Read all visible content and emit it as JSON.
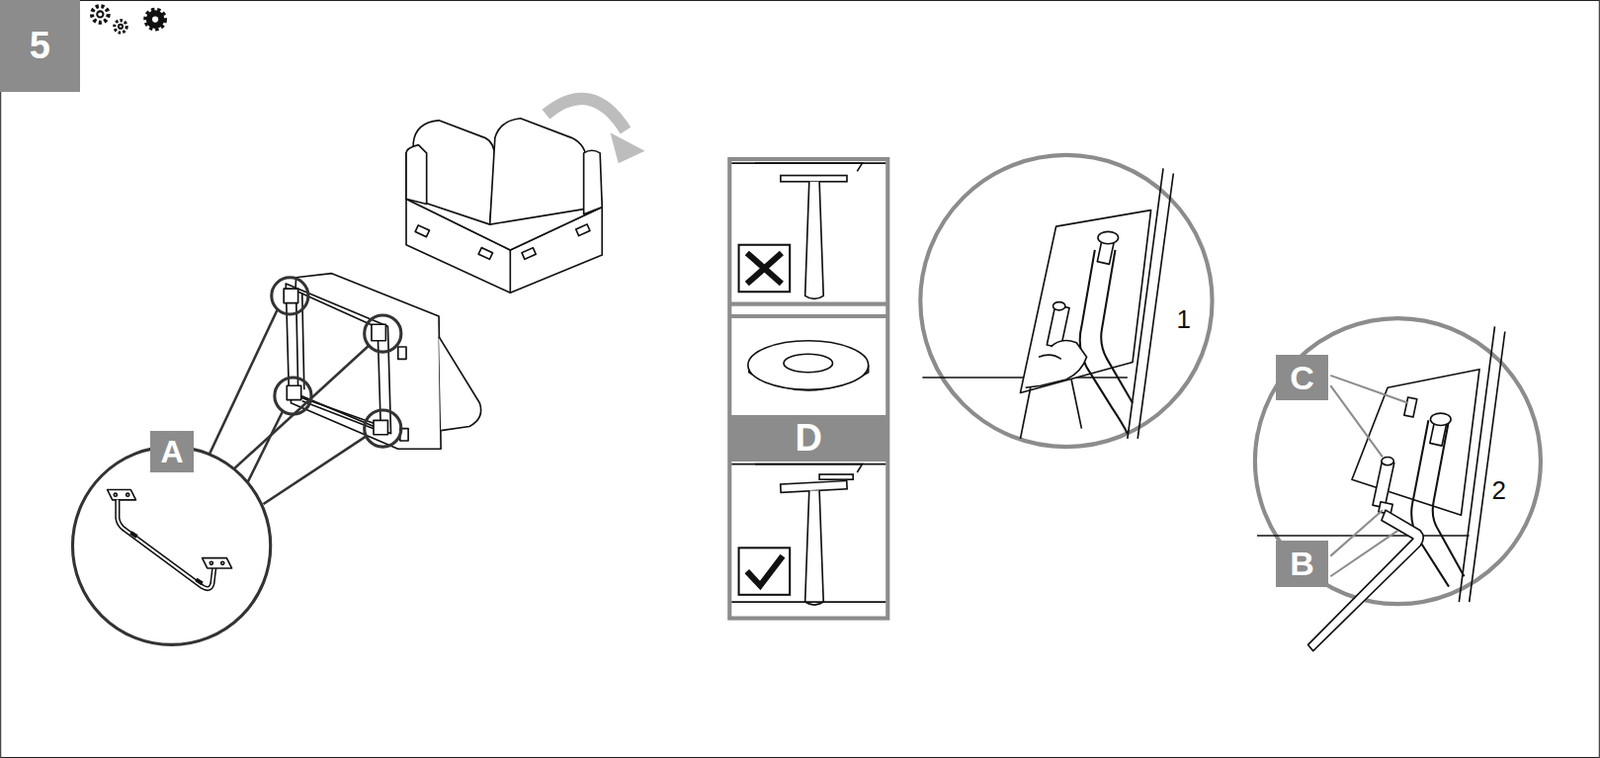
{
  "diagram": {
    "nodes": [
      {
        "text": [
          "5"
        ]
      },
      {
        "text": [
          "A"
        ]
      },
      {
        "text": [
          "D"
        ]
      },
      {
        "text": [
          "C"
        ]
      },
      {
        "text": [
          "B"
        ]
      }
    ],
    "edges": [],
    "labels": [
      "1",
      "2"
    ]
  }
}
